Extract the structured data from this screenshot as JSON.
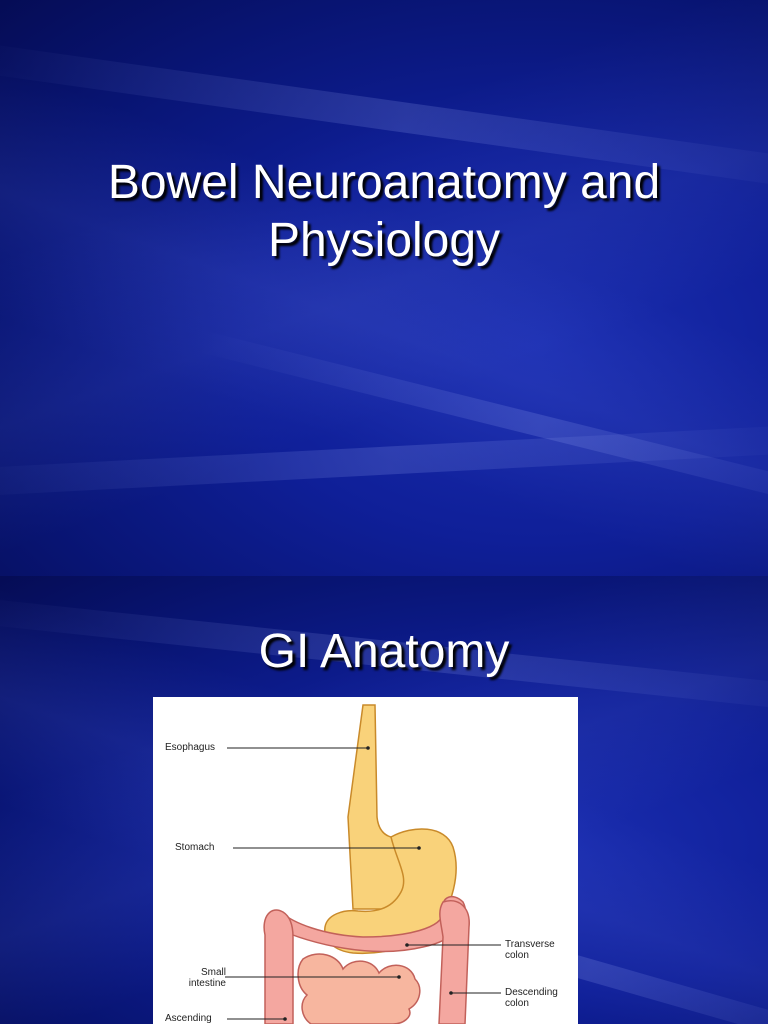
{
  "slide1": {
    "title": "Bowel Neuroanatomy and Physiology"
  },
  "slide2": {
    "title": "GI Anatomy",
    "diagram": {
      "labels": {
        "esophagus": "Esophagus",
        "stomach": "Stomach",
        "small_intestine": "Small intestine",
        "transverse_colon": "Transverse colon",
        "descending_colon": "Descending colon",
        "ascending": "Ascending"
      }
    }
  },
  "colors": {
    "background": "#0f1f98",
    "organ": "#f9d27a",
    "colon": "#f4a7a0"
  }
}
